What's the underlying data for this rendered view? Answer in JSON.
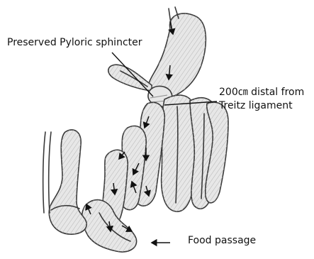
{
  "labels": {
    "pyloric": "Preserved Pyloric sphincter",
    "distal_line1": "200㎝ distal from",
    "distal_line2": "Treitz ligament",
    "food": "Food passage"
  },
  "colors": {
    "bowel_fill": "#e7e7e7",
    "outline": "#3a3a3a",
    "arrow": "#111111"
  }
}
